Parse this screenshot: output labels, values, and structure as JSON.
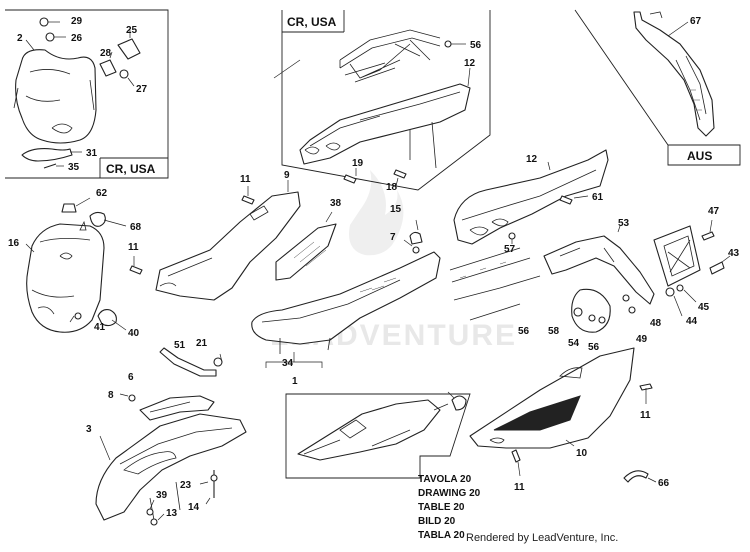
{
  "diagram": {
    "frame_labels": {
      "cr_usa_top": "CR, USA",
      "cr_usa_left": "CR, USA",
      "aus": "AUS"
    },
    "watermark": "LEADVENTURE",
    "table_lines": [
      "TAVOLA 20",
      "DRAWING 20",
      "TABLE 20",
      "BILD 20",
      "TABLA 20"
    ],
    "credit": "Rendered by LeadVenture, Inc.",
    "callouts": {
      "c29": "29",
      "c26": "26",
      "c2": "2",
      "c25": "25",
      "c28": "28",
      "c27": "27",
      "c31": "31",
      "c35": "35",
      "c56a": "56",
      "c12a": "12",
      "c19": "19",
      "c18": "18",
      "c67": "67",
      "c62": "62",
      "c68": "68",
      "c16": "16",
      "c41": "41",
      "c40": "40",
      "c11a": "11",
      "c9": "9",
      "c11b": "11",
      "c38": "38",
      "c15": "15",
      "c7": "7",
      "c12b": "12",
      "c61": "61",
      "c57": "57",
      "c53": "53",
      "c47": "47",
      "c43": "43",
      "c45": "45",
      "c44": "44",
      "c48": "48",
      "c49": "49",
      "c56b": "56",
      "c58": "58",
      "c54": "54",
      "c56c": "56",
      "c34": "34",
      "c1": "1",
      "c51": "51",
      "c21": "21",
      "c6": "6",
      "c8": "8",
      "c3": "3",
      "c23": "23",
      "c14": "14",
      "c39": "39",
      "c13": "13",
      "c11c": "11",
      "c10": "10",
      "c11d": "11",
      "c66": "66"
    }
  }
}
